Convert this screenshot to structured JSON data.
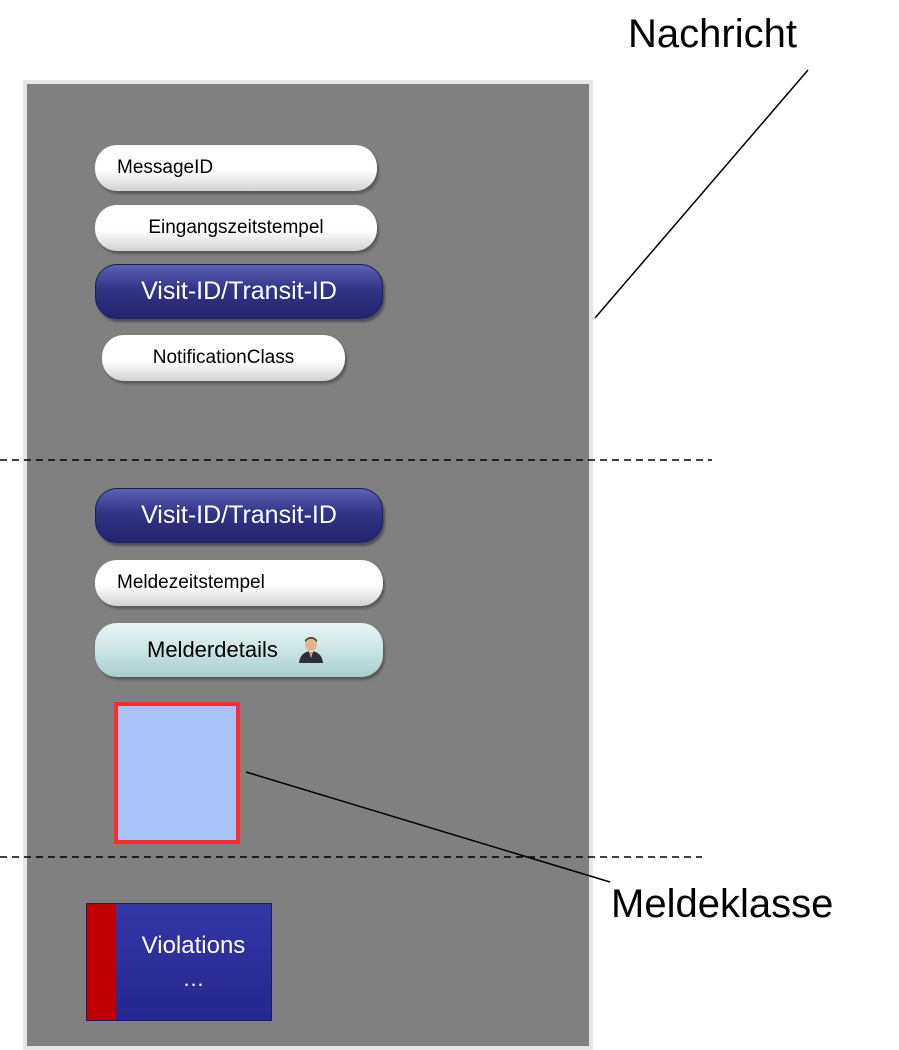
{
  "labels": {
    "nachricht": "Nachricht",
    "meldeklasse": "Meldeklasse"
  },
  "message_fields": [
    {
      "label": "MessageID",
      "style": "white"
    },
    {
      "label": "Eingangszeitstempel",
      "style": "white"
    },
    {
      "label": "Visit-ID/Transit-ID",
      "style": "navy"
    },
    {
      "label": "NotificationClass",
      "style": "white"
    }
  ],
  "notification_fields": [
    {
      "label": "Visit-ID/Transit-ID",
      "style": "navy"
    },
    {
      "label": "Meldezeitstempel",
      "style": "white"
    },
    {
      "label": "Melderdetails",
      "style": "teal",
      "icon": "person-icon"
    }
  ],
  "violations": {
    "title": "Violations",
    "ellipsis": "…"
  },
  "colors": {
    "panel": "#808080",
    "navy": "#2e3083",
    "class_box_fill": "#a7c3f8",
    "class_box_border": "#ff2a2a",
    "violations_fill": "#2b2b9a",
    "violations_stripe": "#c00000"
  }
}
